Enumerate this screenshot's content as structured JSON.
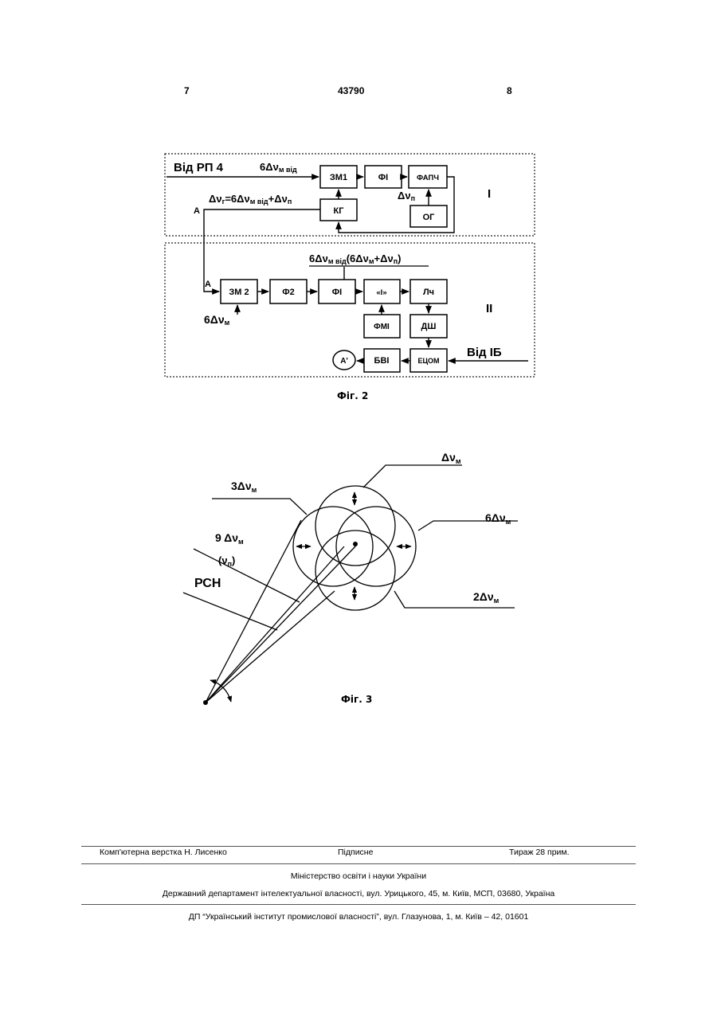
{
  "header": {
    "page_left": "7",
    "patent_number": "43790",
    "page_right": "8"
  },
  "fig2": {
    "caption": "Фіг. 2",
    "input_label": "Від РП 4",
    "input_freq": "6Δν",
    "input_freq_sub": "м від",
    "blocks": {
      "zm1": "ЗМ1",
      "fi_top": "ФІ",
      "fapch": "ФАПЧ",
      "kg": "КГ",
      "og": "ОГ",
      "zm2": "ЗМ 2",
      "f2": "Ф2",
      "fi_mid": "ФІ",
      "i_block": "«І»",
      "lch": "Лч",
      "fmi": "ФМІ",
      "dsh": "ДШ",
      "bvi": "БВІ",
      "ecom": "ЕЦОМ",
      "out": "А'"
    },
    "labels": {
      "delta_np": "Δν",
      "delta_np_sub": "п",
      "formula_kg": "Δν",
      "formula_kg_rest": "=6Δν",
      "formula_kg_sub1": "г",
      "formula_kg_sub2": "м від",
      "formula_kg_tail": "+Δν",
      "formula_kg_sub3": "п",
      "formula_mid": "6Δν",
      "formula_mid_sub": "м від",
      "formula_mid_rest": "(6Δν",
      "formula_mid_sub2": "м",
      "formula_mid_tail": "+Δν",
      "formula_mid_sub3": "п",
      "formula_mid_close": ")",
      "a_left": "А",
      "a_mid": "А",
      "six_dnm": "6Δν",
      "six_dnm_sub": "м",
      "from_ib": "Від ІБ",
      "section_i": "І",
      "section_ii": "ІІ"
    }
  },
  "fig3": {
    "caption": "Фіг. 3",
    "labels": {
      "dnm": "Δν",
      "dnm_sub": "м",
      "three_dnm": "3Δν",
      "three_dnm_sub": "м",
      "six_dnm": "6Δν",
      "six_dnm_sub": "м",
      "nine_dnm": "9 Δν",
      "nine_dnm_sub": "м",
      "np": "(ν",
      "np_sub": "п",
      "np_close": ")",
      "rsn": "РСН",
      "two_dnm": "2Δν",
      "two_dnm_sub": "м"
    }
  },
  "footer": {
    "layout": "Комп'ютерна верстка Н. Лисенко",
    "signed": "Підписне",
    "circulation": "Тираж 28 прим.",
    "ministry": "Міністерство освіти і науки України",
    "department": "Державний департамент інтелектуальної власності, вул. Урицького, 45, м. Київ, МСП, 03680, Україна",
    "institute": "ДП “Український інститут промислової власності”, вул. Глазунова, 1, м. Київ – 42, 01601"
  }
}
